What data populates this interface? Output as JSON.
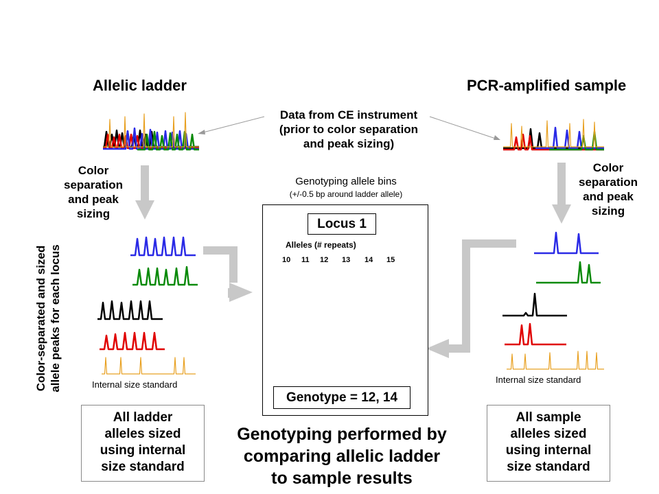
{
  "ladder_title": "Allelic ladder",
  "sample_title": "PCR-amplified sample",
  "ce_data_label": [
    "Data from CE instrument",
    "(prior to color separation",
    "and peak sizing)"
  ],
  "color_sep_left": [
    "Color",
    "separation",
    "and peak",
    "sizing"
  ],
  "color_sep_right": [
    "Color",
    "separation",
    "and peak",
    "sizing"
  ],
  "vertical_label": [
    "Color-separated and sized",
    "allele peaks for each locus"
  ],
  "bins_title": "Genotyping allele bins",
  "bins_subtitle": "(+/-0.5 bp around ladder allele)",
  "locus_label": "Locus 1",
  "alleles_label": "Alleles (# repeats)",
  "allele_numbers": [
    "10",
    "11",
    "12",
    "13",
    "14",
    "15"
  ],
  "genotype_label": "Genotype = 12, 14",
  "internal_std_left": "Internal size standard",
  "internal_std_right": "Internal size standard",
  "ladder_box": [
    "All ladder",
    "alleles sized",
    "using internal",
    "size standard"
  ],
  "sample_box": [
    "All sample",
    "alleles sized",
    "using internal",
    "size standard"
  ],
  "bottom_text": [
    "Genotyping performed by",
    "comparing allelic ladder",
    "to sample results"
  ],
  "colors": {
    "blue": "#2a2ae6",
    "green": "#0a8a0a",
    "black": "#000000",
    "red": "#e00000",
    "orange": "#e8a020",
    "arrow_gray": "#c8c8c8"
  }
}
